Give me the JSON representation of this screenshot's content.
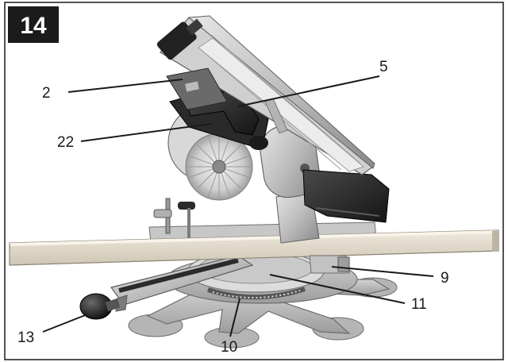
{
  "figure": {
    "number": "14"
  },
  "callouts": {
    "c2": "2",
    "c5": "5",
    "c22": "22",
    "c9": "9",
    "c11": "11",
    "c13": "13",
    "c10": "10"
  }
}
